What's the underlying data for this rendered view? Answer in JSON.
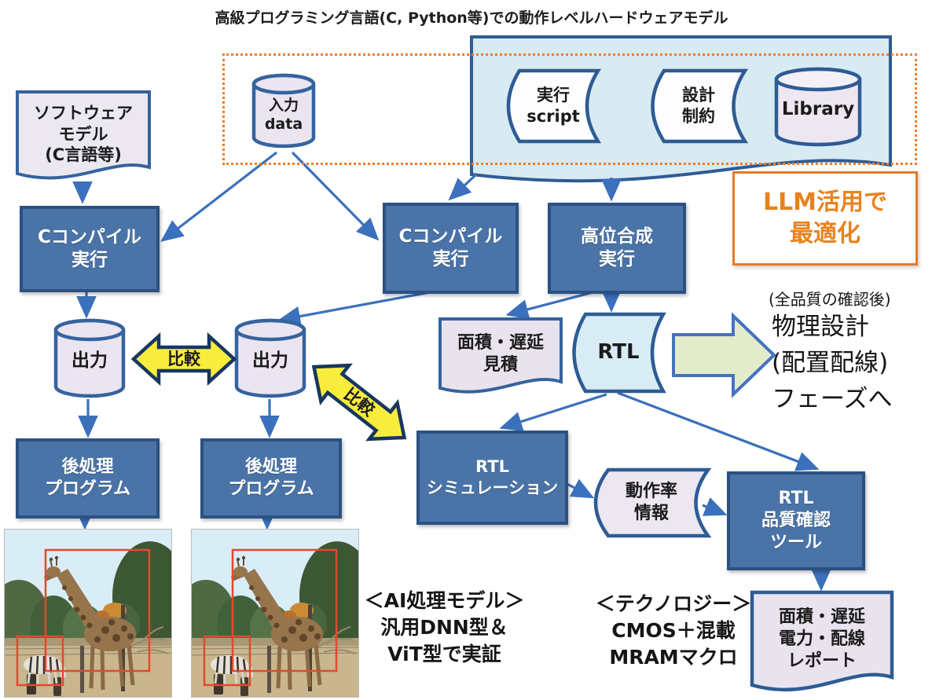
{
  "title": "高級プログラミング言語(C, Python等)での動作レベルハードウェアモデル",
  "colors": {
    "box_blue": "#4a74a8",
    "box_border": "#2b5182",
    "arrow_blue": "#3b70bc",
    "accent_orange": "#ed7d31",
    "compare_yellow": "#f8ed3d",
    "green_arrow_fill": "#e3ecca",
    "doc_blue_fill": "#d8eaf2",
    "cylinder_fill": "#eae5f0"
  },
  "nodes": {
    "software_model": "ソフトウェア\nモデル\n(C言語等)",
    "input_data": "入力\ndata",
    "exec_script": "実行\nscript",
    "design_constraint": "設計\n制約",
    "library": "Library",
    "llm_note": "LLM活用で\n最適化",
    "c_compile_1": "Cコンパイル\n実行",
    "c_compile_2": "Cコンパイル\n実行",
    "hls": "高位合成\n実行",
    "output_1": "出力",
    "output_2": "出力",
    "compare_1": "比較",
    "compare_2": "比較",
    "area_delay_estimate": "面積・遅延\n見積",
    "rtl": "RTL",
    "after_quality": "(全品質の確認後)",
    "physical_design": "物理設計\n(配置配線)\nフェーズへ",
    "post_process_1": "後処理\nプログラム",
    "post_process_2": "後処理\nプログラム",
    "rtl_simulation": "RTL\nシミュレーション",
    "activity_info": "動作率\n情報",
    "rtl_quality": "RTL\n品質確認\nツール",
    "ai_model_note": "＜AI処理モデル＞\n汎用DNN型＆\nViT型で実証",
    "technology_note": "＜テクノロジー＞\nCMOS＋混載\nMRAMマクロ",
    "report": "面積・遅延\n電力・配線\nレポート"
  }
}
